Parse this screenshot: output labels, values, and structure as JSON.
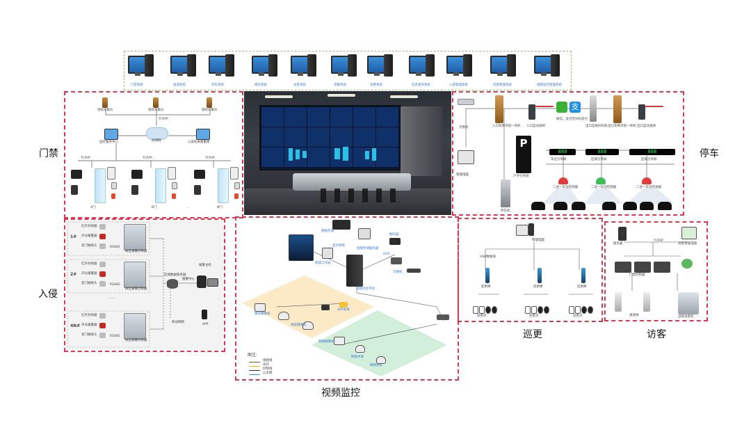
{
  "labels": {
    "access_control": "门禁",
    "parking": "停车",
    "intrusion": "入侵",
    "video": "视频监控",
    "patrol": "巡更",
    "visitor": "访客"
  },
  "top_computers": [
    "门禁系统",
    "道道系统",
    "停车系统",
    "梯控系统",
    "访客系统",
    "考勤系统",
    "消费系统",
    "信息发布系统",
    "入侵管理系统",
    "巡更管理系统",
    "视频监控管理系统"
  ],
  "access": {
    "readers": [
      "指纹采集仪",
      "指纹采集仪",
      "指纹采集仪"
    ],
    "protocol": "TCP/IP",
    "cloud": "局域网",
    "pc_left": "监控服务中心",
    "pc_right": "公安机关报警库",
    "doors": [
      "A门",
      "B门",
      "N门"
    ],
    "ellipsis": "..."
  },
  "parking": {
    "switch": "交换机",
    "pc": "管理电脑",
    "entry_machine": "入口车牌识别一体机",
    "entry_gate": "入口自动道闸",
    "pay_text": "微信、支付宝扫码支付",
    "exit_scan": "出口自助扫码机",
    "exit_machine": "出口车牌识别一体机",
    "exit_gate": "出口自动道闸",
    "guide_screen": "户外引导屏",
    "guide_p": "P",
    "kiosk": "停车机",
    "displays": [
      "888",
      "888",
      "888"
    ],
    "display_labels": [
      "车位引导屏",
      "区域引导屏",
      "区域引导屏"
    ],
    "sensor_labels": [
      "二合一车位检测器",
      "二合一车位检测器",
      "二合一车位检测器"
    ]
  },
  "intrusion": {
    "zones": [
      "1#",
      "2#",
      "4N#"
    ],
    "detectors": [
      "红外对射器",
      "声光报警器",
      "双门磁探头"
    ],
    "bus": "RS485",
    "panel": "防区报警控制器",
    "host": "报警主机",
    "server": "区域数据服务器",
    "center": "报警中心",
    "app": "APP",
    "net": "移动网络",
    "ellipsis": "......"
  },
  "video": {
    "labels": [
      "显示拼接",
      "视频存储服务器",
      "解码器",
      "DVR",
      "交换机",
      "网络存储",
      "视频综合平台",
      "光纤收发",
      "管理工作站",
      "模拟摄像机",
      "球型摄像机",
      "网络摄像机",
      "网络半球",
      "网络枪机"
    ],
    "legend_title": "图注:",
    "legend_items": [
      "视频线",
      "光纤",
      "控制线",
      "以太网"
    ]
  },
  "patrol": {
    "pc": "管理电脑",
    "usb": "USB数据线",
    "readers": [
      "巡更棒",
      "巡更棒",
      "巡更棒"
    ],
    "points": [
      "巡更点",
      "巡更点",
      "巡更点"
    ]
  },
  "visitor": {
    "server": "服务器",
    "pc": "访客管理电脑",
    "protocol": "TCP/IP",
    "controller": "门禁控制器",
    "gate": "通道闸",
    "kiosk": "自助访客机"
  }
}
